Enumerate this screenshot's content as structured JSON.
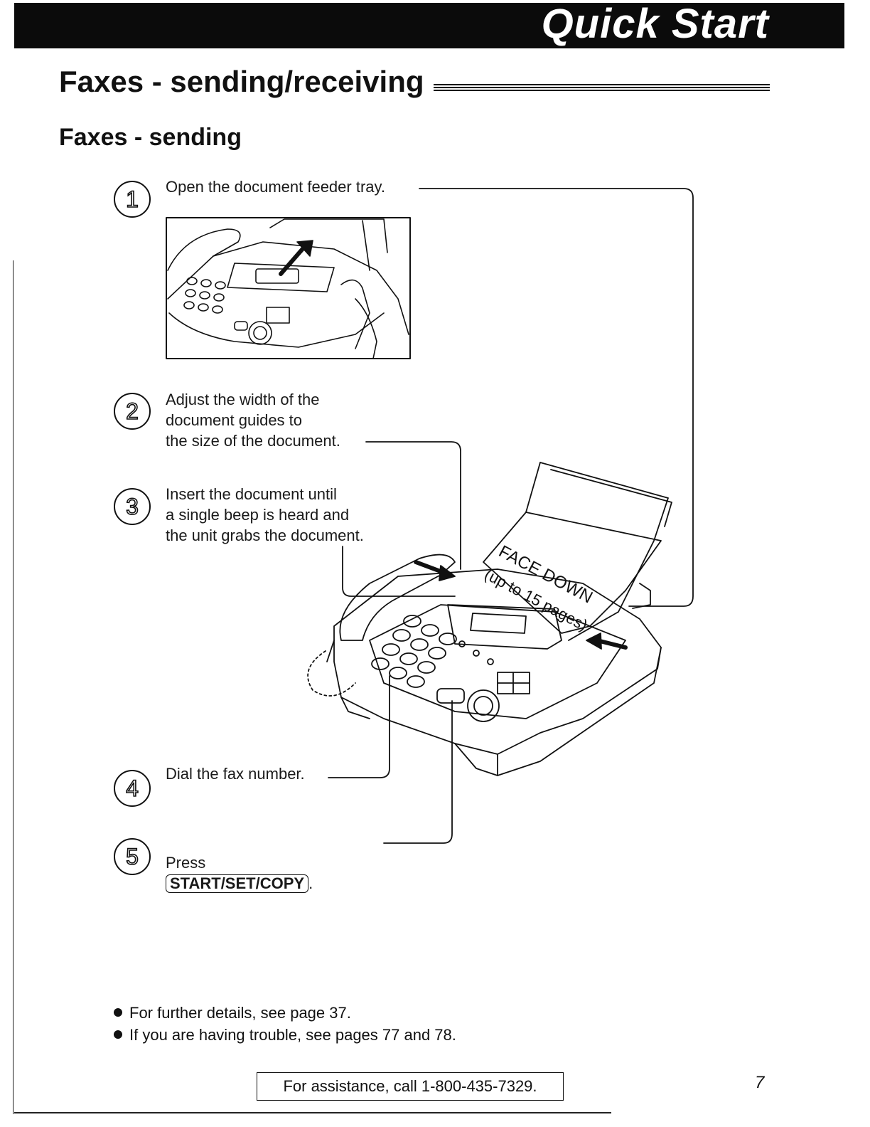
{
  "header": {
    "band_title": "Quick Start"
  },
  "section": {
    "title": "Faxes - sending/receiving",
    "subtitle": "Faxes - sending"
  },
  "steps": [
    {
      "number": "1",
      "text": "Open the document feeder tray."
    },
    {
      "number": "2",
      "text": "Adjust the width of the\ndocument guides to\nthe size of the document."
    },
    {
      "number": "3",
      "text": "Insert the document until\na single beep is heard and\nthe unit grabs the document."
    },
    {
      "number": "4",
      "text": "Dial the fax number."
    },
    {
      "number": "5",
      "prefix": "Press",
      "key": "START/SET/COPY",
      "suffix": "."
    }
  ],
  "illustration": {
    "paper_label_line1": "FACE DOWN",
    "paper_label_line2": "(up to 15 pages)"
  },
  "notes": [
    "For further details, see page 37.",
    "If you are having trouble, see pages 77 and 78."
  ],
  "footer": {
    "assistance": "For assistance, call 1-800-435-7329.",
    "page_number": "7"
  }
}
